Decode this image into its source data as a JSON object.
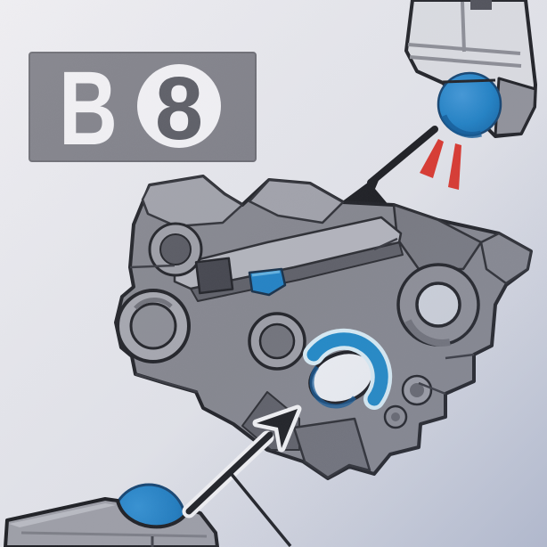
{
  "badge": {
    "bag_letter": "B",
    "step_number": "8"
  },
  "palette": {
    "background_top": "#edecf0",
    "background_bottom": "#c3c9d9",
    "badge_bg": "#7c7c84",
    "badge_border": "#67676e",
    "badge_text": "#f2f1f4",
    "badge_number": "#55565e",
    "outline": "#1b1c21",
    "part_gray": "#83848c",
    "part_gray_light": "#b2b3bb",
    "part_gray_mid": "#9fa0a8",
    "part_gray_dark": "#5b5c64",
    "shell_light": "#dbdce1",
    "lego_blue": "#1c7fc4",
    "lego_blue_deep": "#0e5694",
    "socket_blue": "#1a86c6",
    "socket_rim": "#d9edf6",
    "socket_opening": "#eef0f4",
    "arrow_black": "#17181c",
    "click_red": "#d9342b"
  },
  "elements": {
    "badge_name": "step-badge-B8",
    "top_part": "ball-joint-connector-piece",
    "main_assembly": "gray-technic-assembly",
    "bottom_part": "ball-joint-armor-piece",
    "arrow_top": "insert-arrow-down-left",
    "arrow_bottom": "insert-arrow-up-right",
    "click_marks": "snap-click-indicator"
  }
}
